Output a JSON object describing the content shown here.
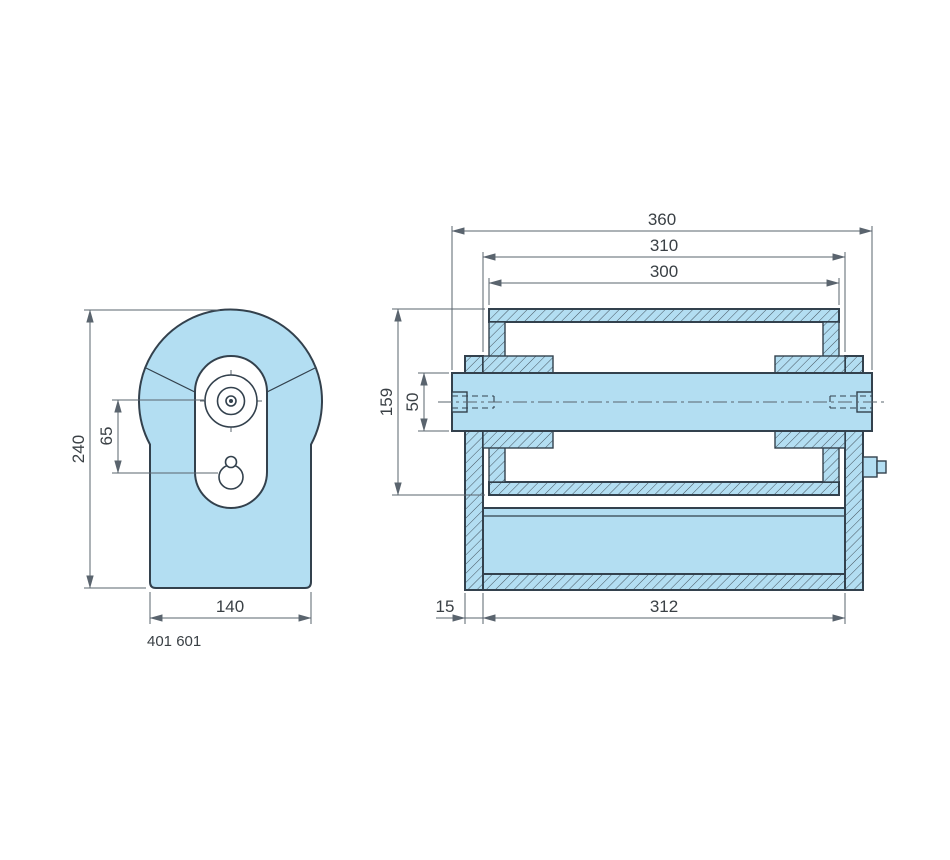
{
  "part_number": "401 601",
  "colors": {
    "part_fill": "#b3def2",
    "part_outline": "#33414d",
    "dimension_line": "#5a646e",
    "text": "#3a4045",
    "background": "#ffffff"
  },
  "side_view": {
    "dim_height": "240",
    "dim_hole_offset": "65",
    "dim_width": "140"
  },
  "front_view": {
    "dim_axle_length": "360",
    "dim_frame_span": "310",
    "dim_roller_length": "300",
    "dim_roller_diameter": "159",
    "dim_axle_diameter": "50",
    "dim_plate_thickness": "15",
    "dim_base_width": "312"
  }
}
